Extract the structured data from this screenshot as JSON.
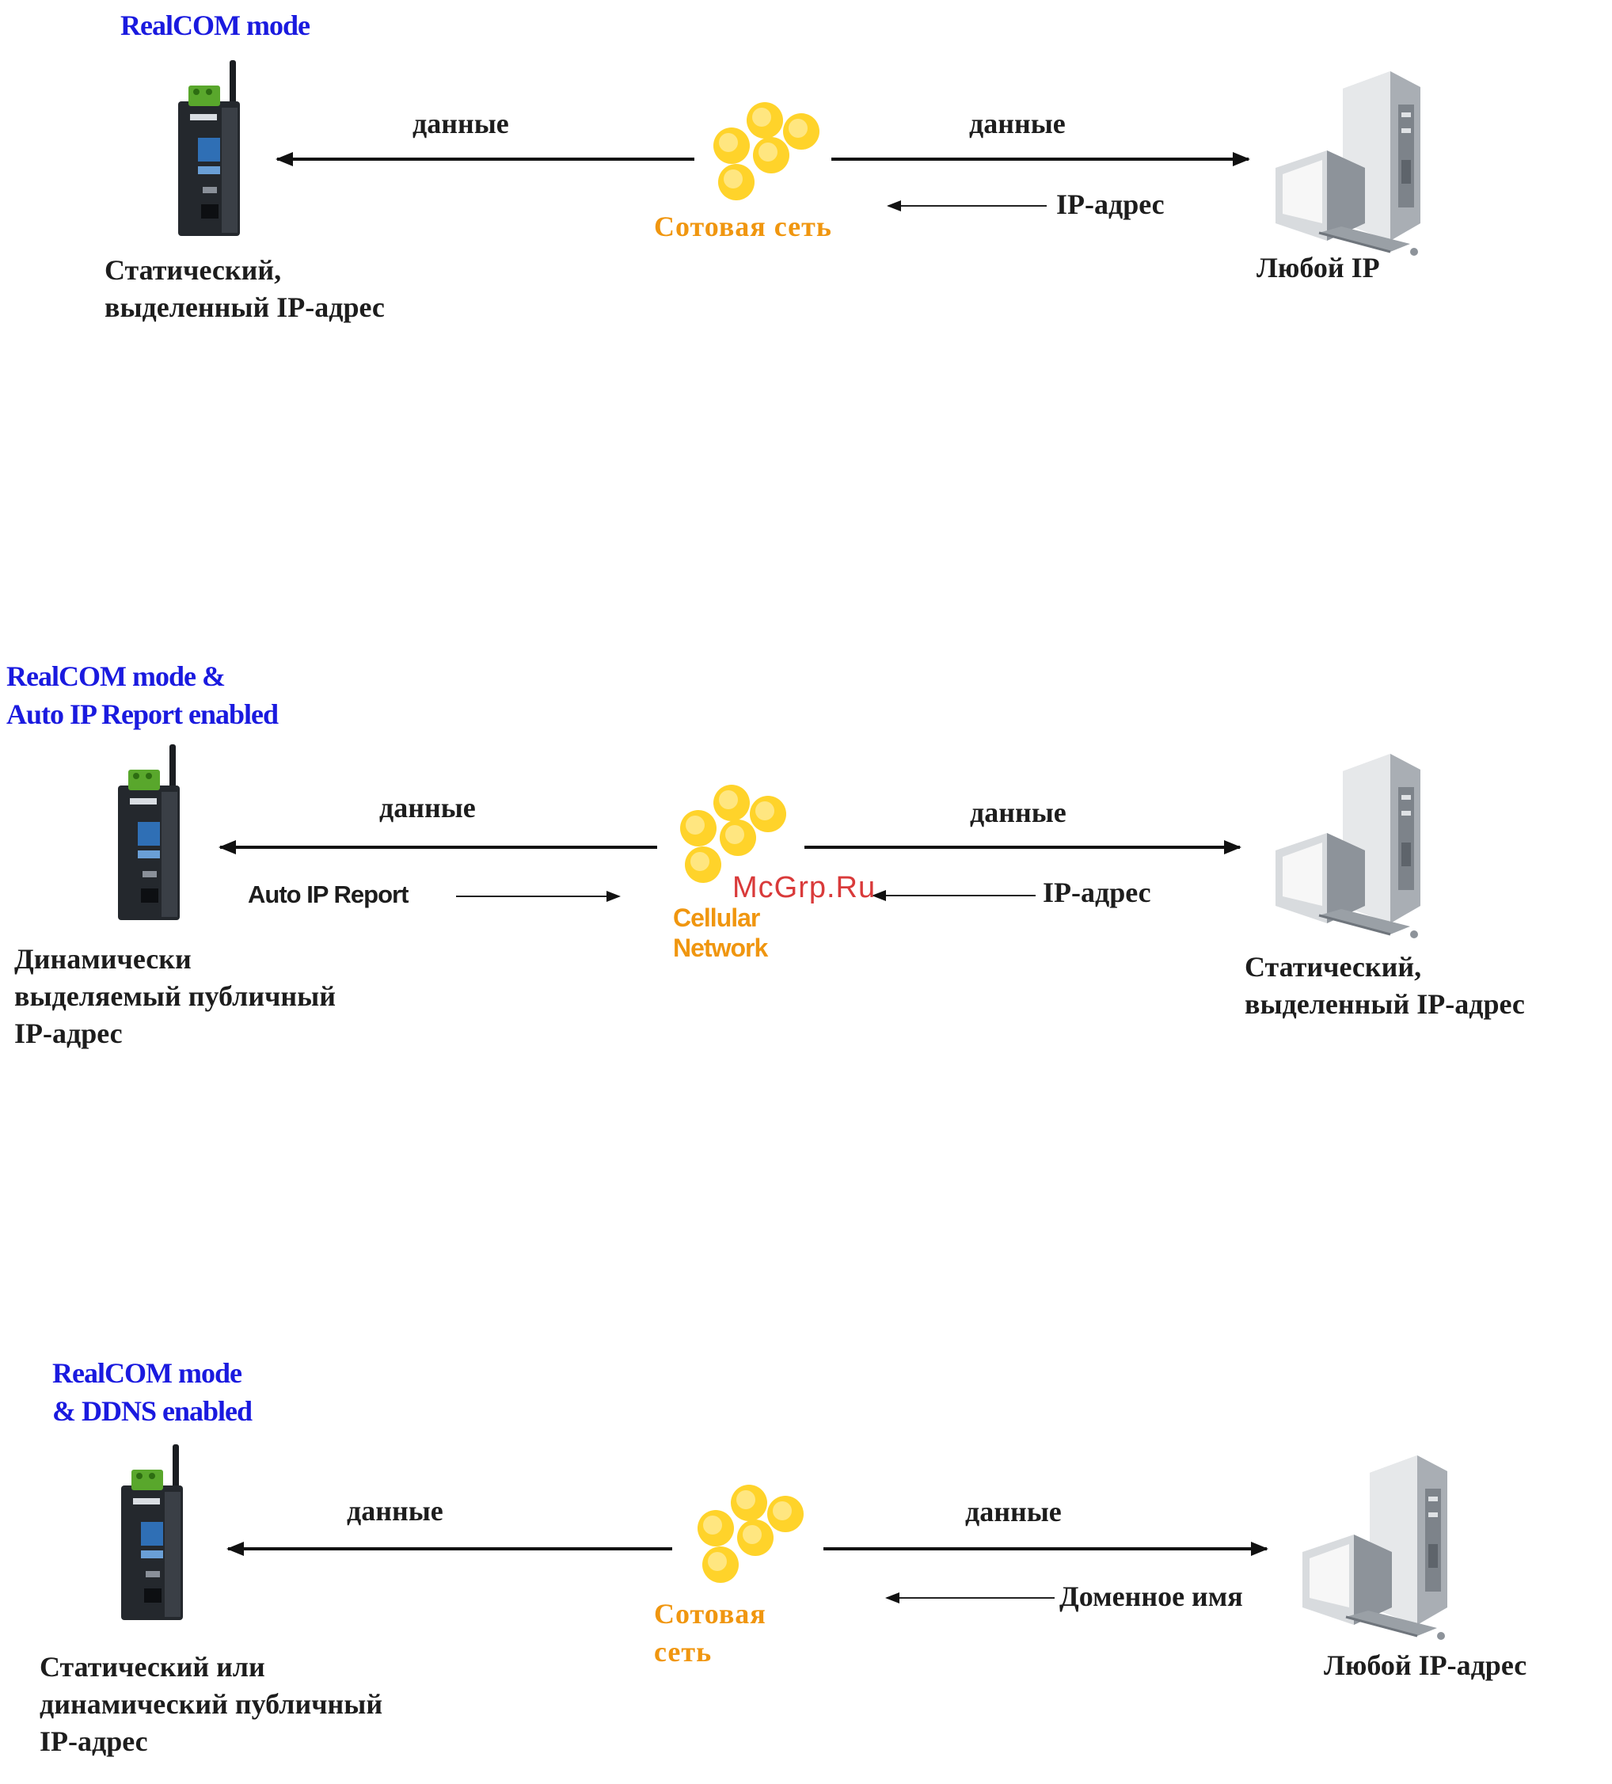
{
  "colors": {
    "title_blue": "#1a1adf",
    "network_orange": "#f0960f",
    "honeycomb_yellow": "#ffd32a",
    "device_dark": "#1f2328",
    "device_green": "#59a72c",
    "device_blue": "#2f6fb5",
    "server_gray": "#c9cdd1"
  },
  "icons": {
    "device": "cellular-gateway-icon",
    "network": "cellular-network-icon",
    "server": "server-computer-icon"
  },
  "diagrams": [
    {
      "title": "RealCOM mode",
      "data_left": "данные",
      "data_right": "данные",
      "return_label": "IP-адрес",
      "network": "Сотовая сеть",
      "device_label": "Статический,\nвыделенный IP-адрес",
      "server_label": "Любой IP"
    },
    {
      "title": "RealCOM mode &\nAuto IP Report enabled",
      "data_left": "данные",
      "data_right": "данные",
      "report_label": "Auto IP Report",
      "return_label": "IP-адрес",
      "network": "Cellular\nNetwork",
      "device_label": "Динамически\nвыделяемый публичный\nIP-адрес",
      "server_label": "Статический,\nвыделенный IP-адрес"
    },
    {
      "title": "RealCOM mode\n& DDNS enabled",
      "data_left": "данные",
      "data_right": "данные",
      "return_label": "Доменное имя",
      "network": "Сотовая\nсеть",
      "device_label": "Статический или\nдинамический публичный\nIP-адрес",
      "server_label": "Любой IP-адрес"
    }
  ],
  "watermark": "McGrp.Ru"
}
